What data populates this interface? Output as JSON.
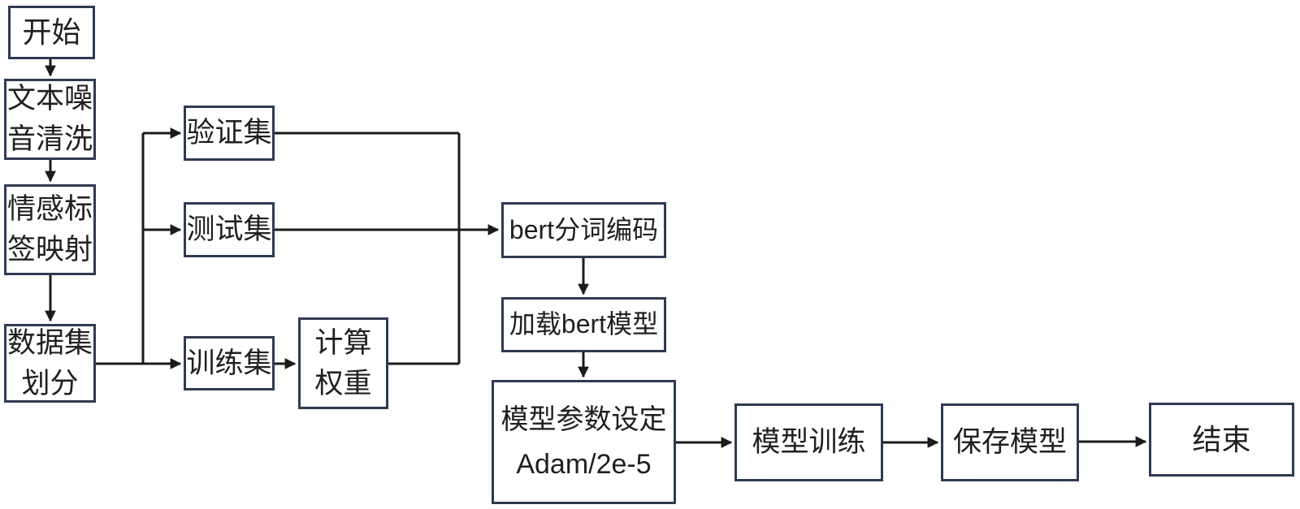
{
  "colors": {
    "bg": "#ffffff",
    "border": "#2e3a56",
    "line": "#1b1b1b",
    "text": "#1f1f1f"
  },
  "nodes": {
    "start": {
      "label": "开始"
    },
    "text_noise_cleaning": {
      "label": "文本噪\n音清洗"
    },
    "sentiment_label_mapping": {
      "label": "情感标\n签映射"
    },
    "dataset_split": {
      "label": "数据集\n划分"
    },
    "validation_set": {
      "label": "验证集"
    },
    "test_set": {
      "label": "测试集"
    },
    "training_set": {
      "label": "训练集"
    },
    "compute_weights": {
      "label": "计算\n权重"
    },
    "bert_tokenize_encode": {
      "label": "bert分词编码"
    },
    "load_bert_model": {
      "label": "加载bert模型"
    },
    "model_param_setting": {
      "label": "模型参数设定\nAdam/2e-5"
    },
    "model_training": {
      "label": "模型训练"
    },
    "save_model": {
      "label": "保存模型"
    },
    "end": {
      "label": "结束"
    }
  },
  "edges": [
    {
      "from": "start",
      "to": "text_noise_cleaning"
    },
    {
      "from": "text_noise_cleaning",
      "to": "sentiment_label_mapping"
    },
    {
      "from": "sentiment_label_mapping",
      "to": "dataset_split"
    },
    {
      "from": "dataset_split",
      "to": "validation_set"
    },
    {
      "from": "dataset_split",
      "to": "test_set"
    },
    {
      "from": "dataset_split",
      "to": "training_set"
    },
    {
      "from": "training_set",
      "to": "compute_weights"
    },
    {
      "from": "validation_set",
      "to": "bert_tokenize_encode"
    },
    {
      "from": "test_set",
      "to": "bert_tokenize_encode"
    },
    {
      "from": "compute_weights",
      "to": "bert_tokenize_encode"
    },
    {
      "from": "bert_tokenize_encode",
      "to": "load_bert_model"
    },
    {
      "from": "load_bert_model",
      "to": "model_param_setting"
    },
    {
      "from": "model_param_setting",
      "to": "model_training"
    },
    {
      "from": "model_training",
      "to": "save_model"
    },
    {
      "from": "save_model",
      "to": "end"
    }
  ]
}
